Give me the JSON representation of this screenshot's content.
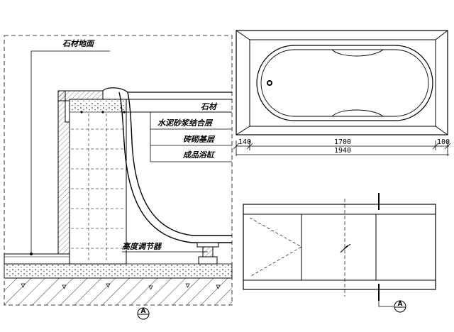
{
  "section_view": {
    "floor_label": "石材地面",
    "layers": [
      "石材",
      "水泥砂浆结合层",
      "砖砌基层",
      "成品浴缸"
    ],
    "adjuster_label": "高度调节器",
    "section_mark": "A"
  },
  "plan_view": {
    "dims": [
      "140",
      "1700",
      "100"
    ],
    "total": "1940"
  },
  "side_view": {
    "section_mark": "A"
  }
}
